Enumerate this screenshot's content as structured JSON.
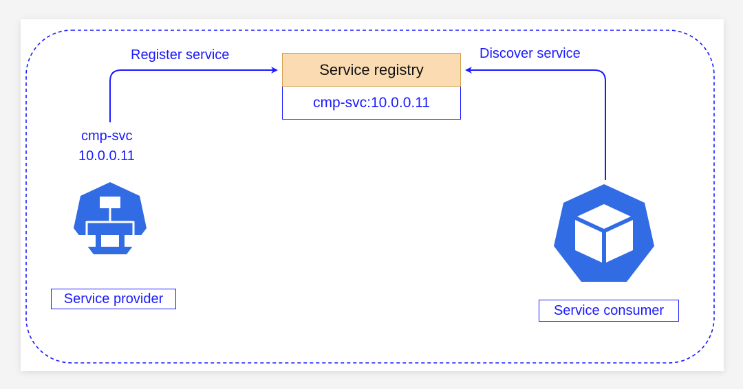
{
  "registry": {
    "title": "Service registry",
    "entry": "cmp-svc:10.0.0.11"
  },
  "arrows": {
    "register_label": "Register service",
    "discover_label": "Discover service"
  },
  "provider": {
    "name_label": "cmp-svc",
    "ip_label": "10.0.0.11",
    "caption": "Service provider",
    "icon": "kubernetes-service-icon"
  },
  "consumer": {
    "caption": "Service consumer",
    "icon": "kubernetes-pod-icon"
  },
  "colors": {
    "accent": "#1a1aff",
    "k8s_blue": "#326ce5",
    "registry_header_fill": "#fbdcb2",
    "registry_header_border": "#d4a04a"
  }
}
